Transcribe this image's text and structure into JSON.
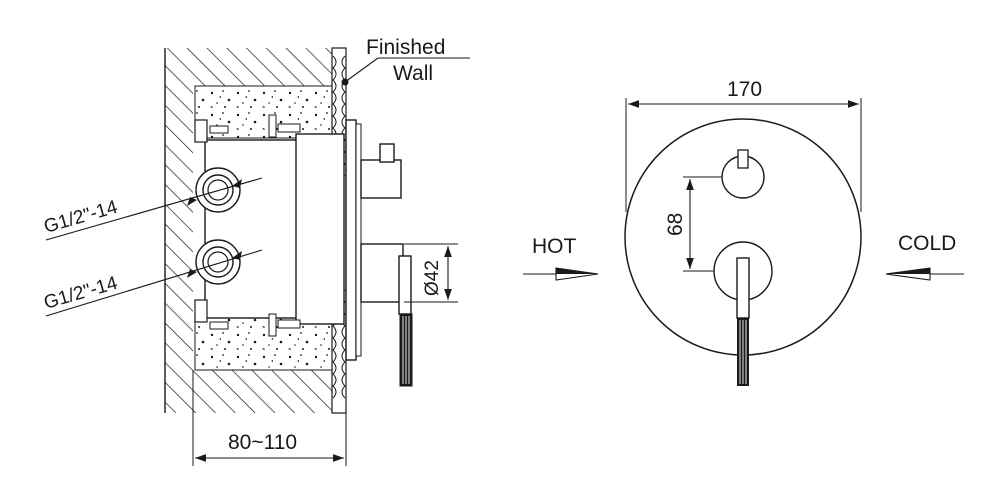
{
  "labels": {
    "finished_wall_line1": "Finished",
    "finished_wall_line2": "Wall",
    "thread_top": "G1/2\"-14",
    "thread_bottom": "G1/2\"-14",
    "depth_range": "80~110",
    "handle_diameter": "Ø42",
    "plate_width": "170",
    "center_distance": "68",
    "hot": "HOT",
    "cold": "COLD"
  },
  "colors": {
    "line": "#1a1a1a",
    "background": "#ffffff"
  }
}
